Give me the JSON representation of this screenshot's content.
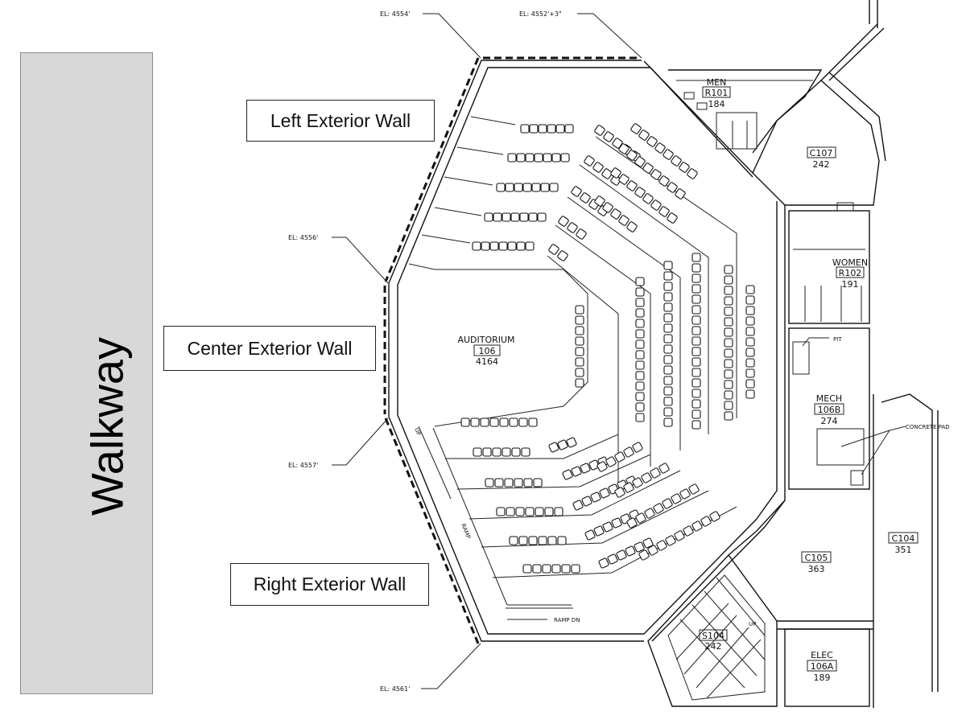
{
  "walkway": {
    "label": "Walkway"
  },
  "callouts": {
    "left": "Left Exterior Wall",
    "center": "Center Exterior Wall",
    "right": "Right Exterior Wall"
  },
  "elevations": {
    "top_left": "EL: 4554'",
    "top_right": "EL: 4552'+3\"",
    "middle_upper": "EL: 4556'",
    "middle_lower": "EL: 4557'",
    "bottom": "EL: 4561'"
  },
  "rooms": {
    "auditorium": {
      "name": "AUDITORIUM",
      "number": "106",
      "area": "4164"
    },
    "men": {
      "name": "MEN",
      "number": "R101",
      "area": "184"
    },
    "c107": {
      "number": "C107",
      "area": "242"
    },
    "women": {
      "name": "WOMEN",
      "number": "R102",
      "area": "191"
    },
    "mech": {
      "name": "MECH",
      "number": "106B",
      "area": "274"
    },
    "c104": {
      "number": "C104",
      "area": "351"
    },
    "c105": {
      "number": "C105",
      "area": "363"
    },
    "s104": {
      "number": "S104",
      "area": "242"
    },
    "elec": {
      "name": "ELEC",
      "number": "106A",
      "area": "189"
    }
  },
  "notes": {
    "pit": "PIT",
    "concrete_pad": "CONCRETE PAD",
    "ramp": "RAMP",
    "ramp_dn": "RAMP DN",
    "up_stair": "UP",
    "up_ramp": "UP"
  }
}
